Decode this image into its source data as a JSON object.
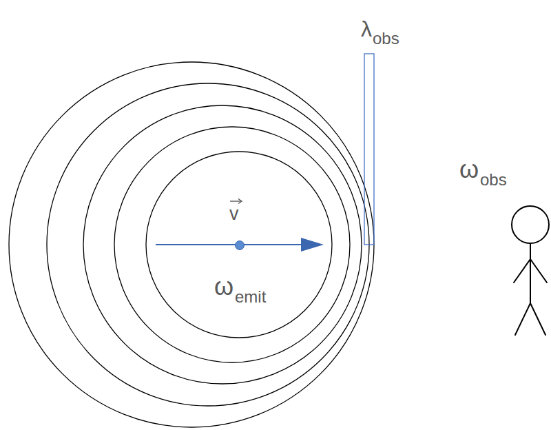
{
  "diagram": {
    "labels": [
      "λ",
      "obs",
      "v",
      "ω",
      "emit",
      "ω",
      "obs"
    ]
  }
}
